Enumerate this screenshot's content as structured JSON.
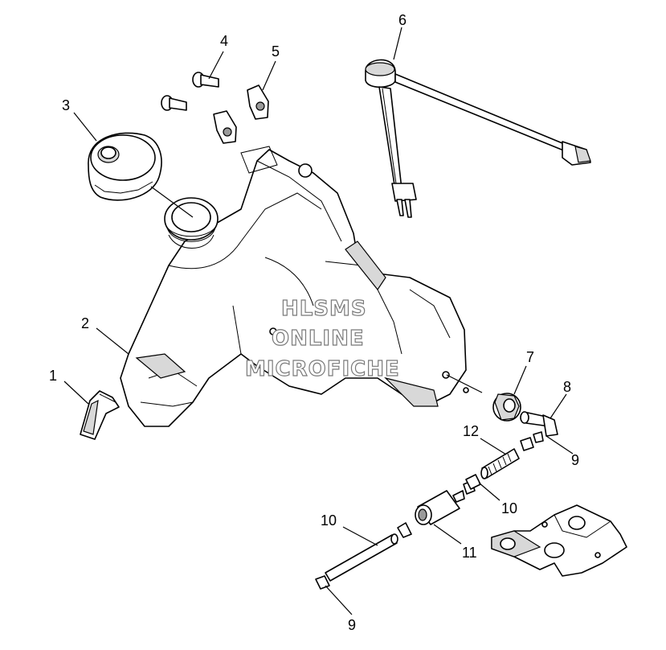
{
  "callouts": {
    "c1": "1",
    "c2": "2",
    "c3": "3",
    "c4": "4",
    "c5": "5",
    "c6": "6",
    "c7": "7",
    "c8": "8",
    "c9a": "9",
    "c9b": "9",
    "c10a": "10",
    "c10b": "10",
    "c11": "11",
    "c12": "12"
  },
  "watermark": {
    "line1": "HLSMS",
    "line2": "ONLINE",
    "line3": "MICROFICHE"
  }
}
